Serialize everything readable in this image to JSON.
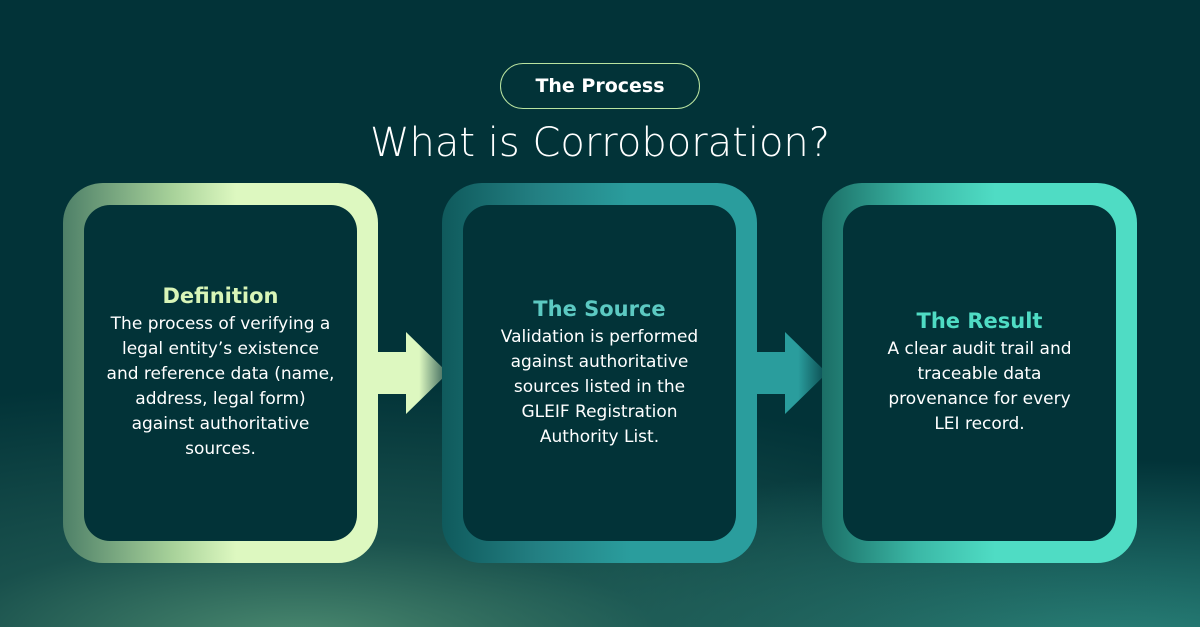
{
  "badge": "The Process",
  "title": "What is Corroboration?",
  "steps": [
    {
      "heading": "Definition",
      "text": "The process of verifying a legal entity’s existence and reference data (name, address, legal form) against authoritative sources.",
      "color": "#ddf8c0"
    },
    {
      "heading": "The Source",
      "text": "Validation is performed against authoritative sources listed in the GLEIF Registration Authority List.",
      "color": "#2a9d9d"
    },
    {
      "heading": "The Result",
      "text": "A clear audit trail and traceable data provenance for every LEI record.",
      "color": "#4fdcc4"
    }
  ]
}
